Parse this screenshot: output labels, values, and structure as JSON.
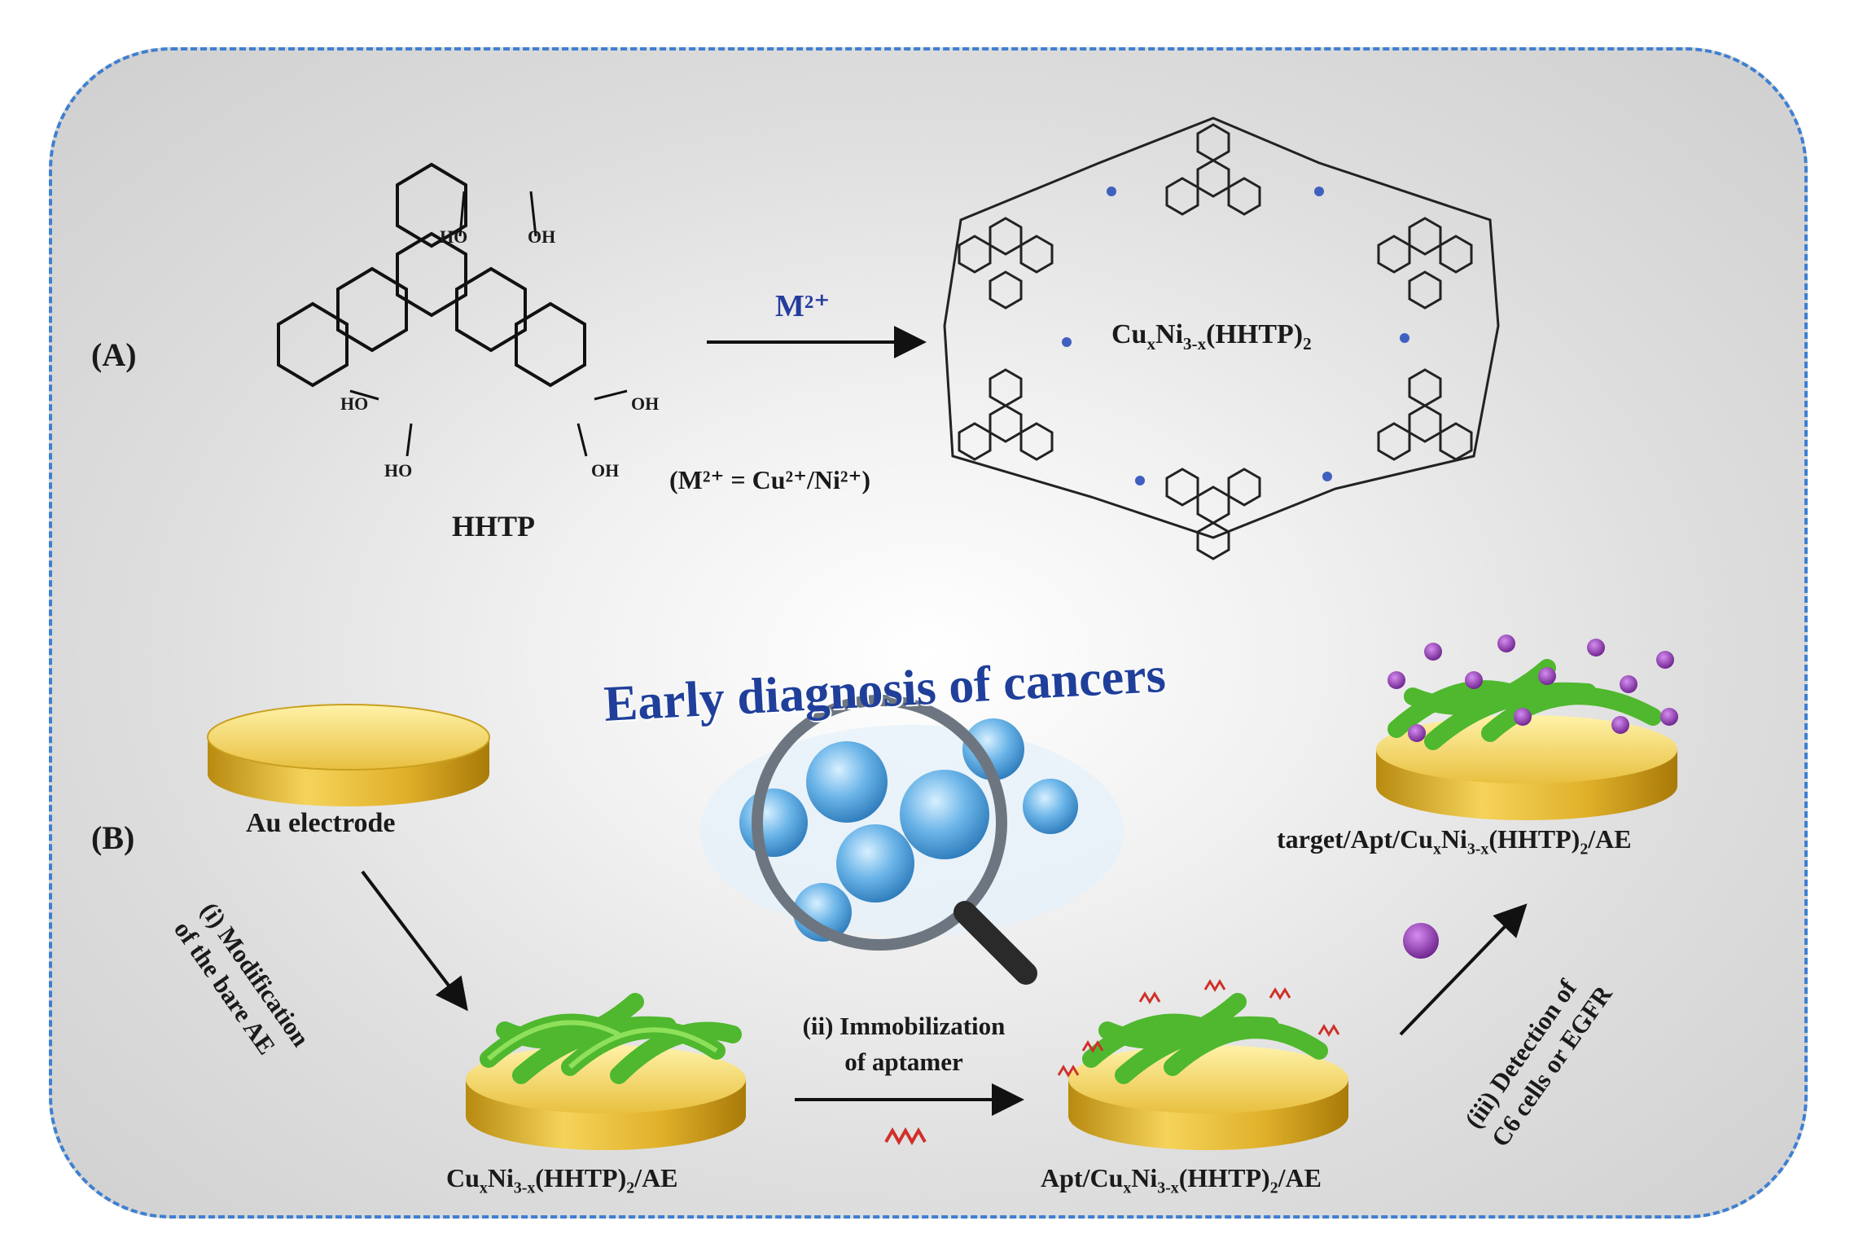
{
  "panel_a": {
    "label": "(A)",
    "monomer_name": "HHTP",
    "monomer_groups": [
      "HO",
      "OH",
      "HO",
      "OH",
      "HO",
      "OH"
    ],
    "reagent_label": "M²⁺",
    "reagent_note": "(M²⁺ = Cu²⁺/Ni²⁺)",
    "product_formula": "CuxNi3-x(HHTP)2"
  },
  "panel_b": {
    "label": "(B)",
    "title": "Early diagnosis of cancers",
    "bare_electrode": "Au electrode",
    "step1": [
      "(i) Modification",
      "of the bare AE"
    ],
    "modified_electrode": "CuxNi3-x(HHTP)2/AE",
    "step2": [
      "(ii) Immobilization",
      "of aptamer"
    ],
    "apt_electrode": "Apt/CuxNi3-x(HHTP)2/AE",
    "step3": [
      "(iii) Detection of",
      "C6 cells or EGFR"
    ],
    "target_electrode": "target/Apt/CuxNi3-x(HHTP)2/AE"
  },
  "colors": {
    "border": "#3f7fd1",
    "gold": "#e3b52a",
    "mof_green": "#5fc43a",
    "aptamer": "#d0302a",
    "target": "#9a3fb5",
    "title_blue": "#1f3f9a"
  }
}
